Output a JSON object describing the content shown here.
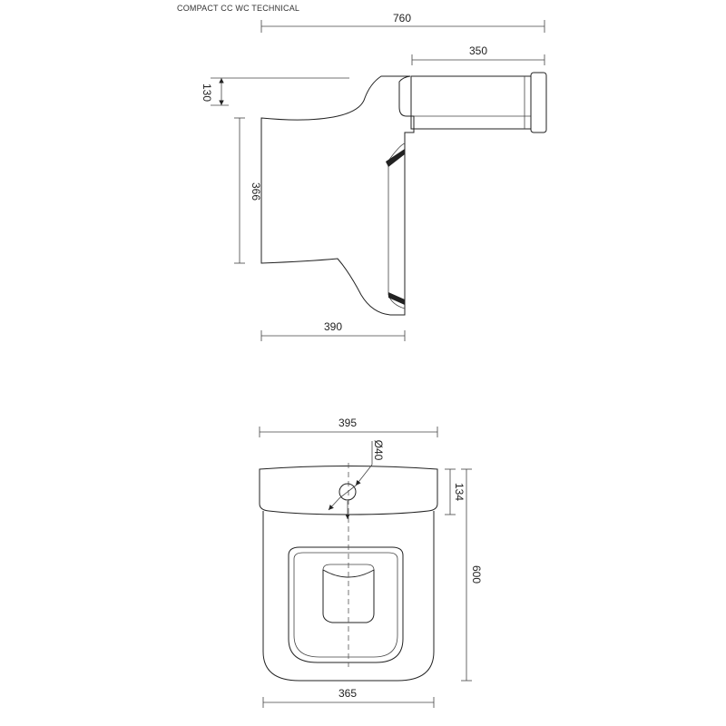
{
  "title": "COMPACT CC WC TECHNICAL",
  "side_view": {
    "overall_length": "760",
    "cistern_length": "350",
    "top_offset": "130",
    "pan_height": "366",
    "pan_projection": "390"
  },
  "top_view": {
    "width": "395",
    "hole_diameter": "Ø40",
    "rim_depth": "134",
    "overall_depth": "600",
    "base_width": "365"
  }
}
